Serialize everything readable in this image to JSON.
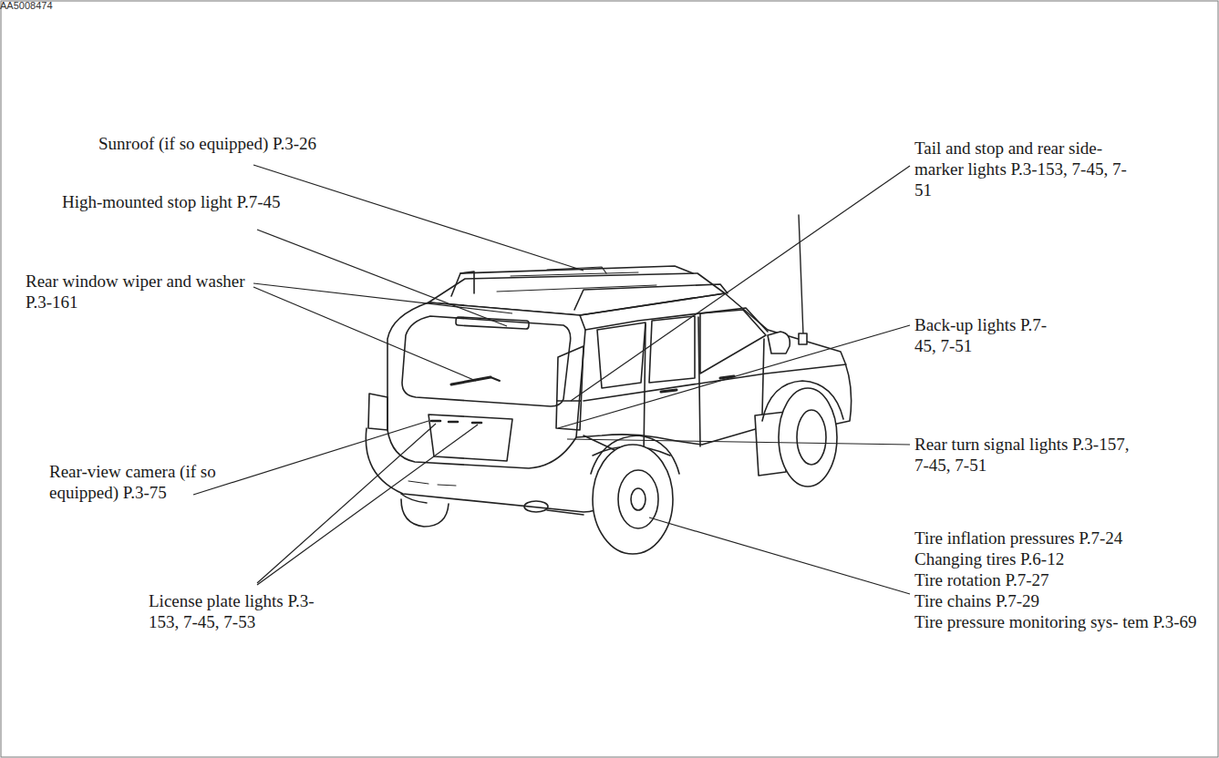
{
  "diagram": {
    "labels": [
      "Sunroof (if so equipped) P.3-26",
      "High-mounted stop light P.7-45",
      "Rear window wiper and washer P.3-161",
      "Rear-view camera (if so equipped) P.3-75",
      "License plate lights P.3-153, 7-45, 7-53",
      "Tail and stop and rear side-marker lights P.3-153, 7-45, 7-51",
      "Back-up lights P.7-45, 7-51",
      "Rear turn signal lights P.3-157, 7-45, 7-51",
      "Tire inflation pressures P.7-24",
      "Changing tires P.6-12",
      "Tire rotation P.7-27",
      "Tire chains P.7-29",
      "Tire pressure monitoring sys- tem P.3-69",
      "AA5008474"
    ]
  }
}
